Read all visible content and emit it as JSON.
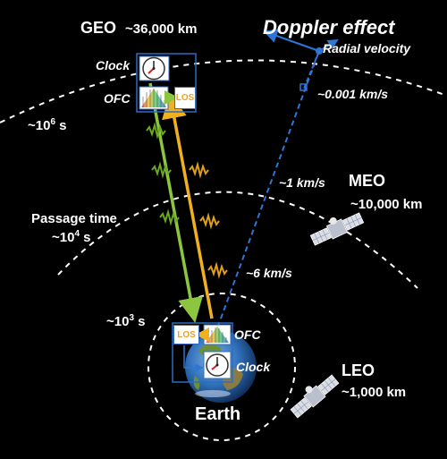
{
  "doppler": {
    "title": "Doppler effect",
    "radial": "Radial velocity",
    "small_velocity": "~0.001 km/s"
  },
  "geo": {
    "name": "GEO",
    "altitude": "~36,000 km",
    "clock": "Clock",
    "ofc": "OFC",
    "los": "LOS"
  },
  "meo": {
    "name": "MEO",
    "altitude": "~10,000 km",
    "velocity": "~1 km/s"
  },
  "leo": {
    "name": "LEO",
    "altitude": "~1,000 km",
    "velocity": "~6 km/s"
  },
  "earth": {
    "name": "Earth",
    "los": "LOS",
    "ofc": "OFC",
    "clock": "Clock"
  },
  "times": {
    "t6": {
      "prefix": "~10",
      "exp": "6",
      "unit": " s"
    },
    "passage_label": "Passage time",
    "t4": {
      "prefix": "~10",
      "exp": "4",
      "unit": " s"
    },
    "t3": {
      "prefix": "~10",
      "exp": "3",
      "unit": " s"
    }
  },
  "colors": {
    "uplink": "#8cc63f",
    "downlink": "#f0b020",
    "doppler": "#2e75d6",
    "frame": "#2e6cc0"
  }
}
